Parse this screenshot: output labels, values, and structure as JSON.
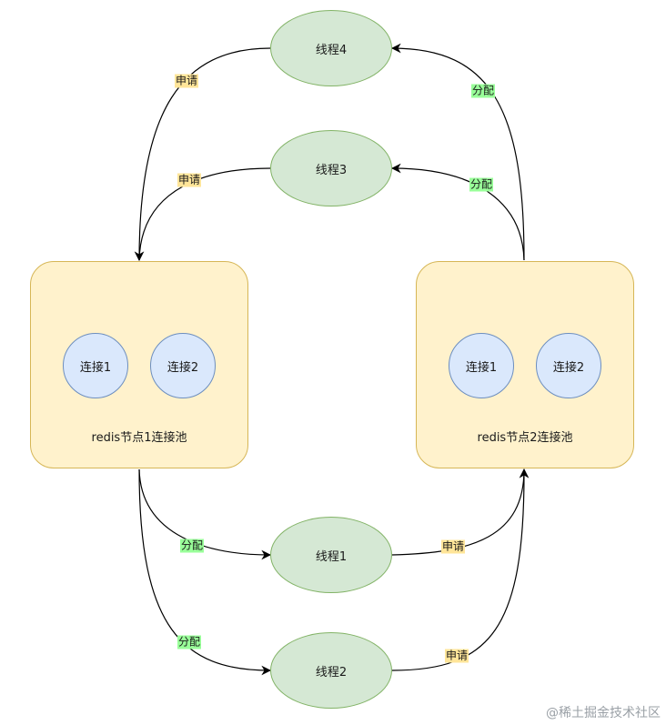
{
  "pools": [
    {
      "label": "redis节点1连接池",
      "connections": [
        "连接1",
        "连接2"
      ]
    },
    {
      "label": "redis节点2连接池",
      "connections": [
        "连接1",
        "连接2"
      ]
    }
  ],
  "threads": {
    "t1": "线程1",
    "t2": "线程2",
    "t3": "线程3",
    "t4": "线程4"
  },
  "edge_labels": {
    "request": "申请",
    "allocate": "分配"
  },
  "colors": {
    "pool_fill": "#fff2cc",
    "pool_stroke": "#d6b656",
    "conn_fill": "#dae8fc",
    "conn_stroke": "#6c8ebf",
    "thread_fill": "#d5e8d4",
    "thread_stroke": "#82b366",
    "request_label_bg": "#ffe599",
    "allocate_label_bg": "#99ff99"
  },
  "watermark": "@稀土掘金技术社区"
}
